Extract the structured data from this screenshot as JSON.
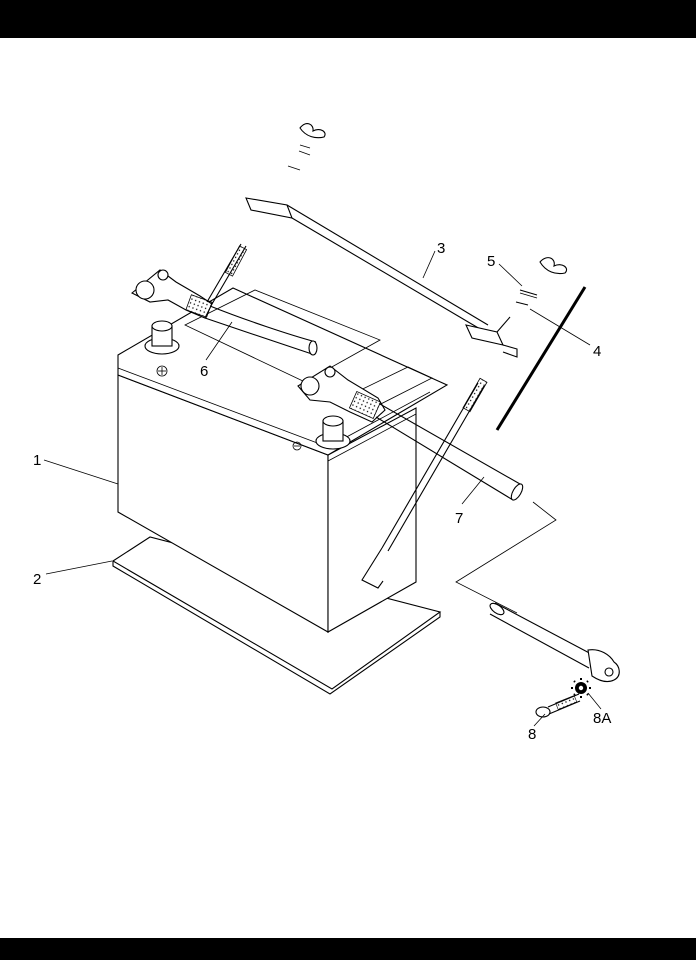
{
  "callouts": {
    "p1": "1",
    "p2": "2",
    "p3": "3",
    "p4": "4",
    "p5": "5",
    "p6": "6",
    "p7": "7",
    "p8": "8",
    "p8a": "8A"
  },
  "colors": {
    "bars": "#000000",
    "line": "#000000",
    "background": "#ffffff"
  }
}
